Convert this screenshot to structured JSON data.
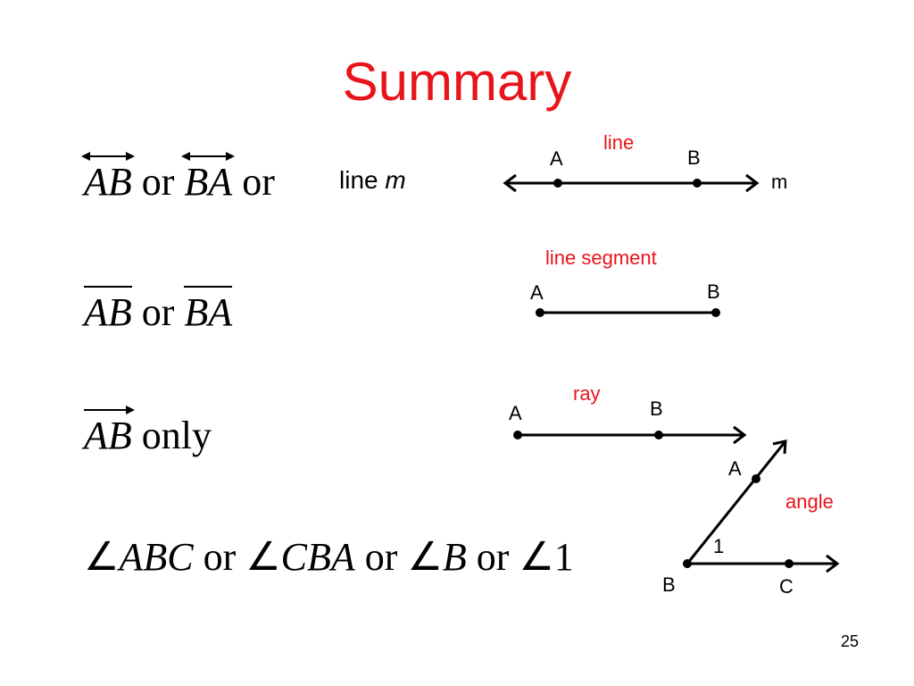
{
  "title": "Summary",
  "rows": {
    "line": {
      "sym1": "AB",
      "or1": "or",
      "sym2": "BA",
      "or2": "or",
      "text": "line",
      "var": "m"
    },
    "segment": {
      "sym1": "AB",
      "or1": "or",
      "sym2": "BA"
    },
    "ray": {
      "sym1": "AB",
      "text": "only"
    },
    "angle": {
      "angle_symbol": "∠",
      "name1": "ABC",
      "or1": "or",
      "name2": "CBA",
      "or2": "or",
      "name3": "B",
      "or3": "or",
      "name4": "1"
    }
  },
  "figures": {
    "line": {
      "caption": "line",
      "point_a": "A",
      "point_b": "B",
      "name": "m"
    },
    "segment": {
      "caption": "line segment",
      "point_a": "A",
      "point_b": "B"
    },
    "ray": {
      "caption": "ray",
      "point_a": "A",
      "point_b": "B"
    },
    "angle": {
      "caption": "angle",
      "point_a": "A",
      "vertex": "B",
      "point_c": "C",
      "measure": "1"
    }
  },
  "page_number": "25",
  "colors": {
    "accent": "#e8141b",
    "ink": "#000000"
  }
}
